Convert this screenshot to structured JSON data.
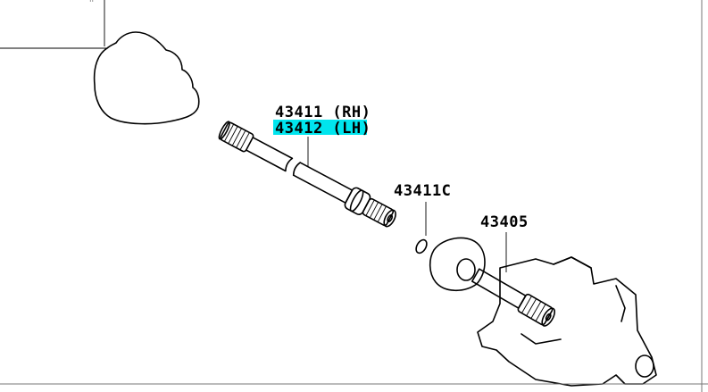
{
  "diagram": {
    "labels": {
      "shaft_rh": "43411 (RH)",
      "shaft_lh": "43412 (LH)",
      "snap_ring": "43411C",
      "joint": "43405"
    },
    "highlight_color": "#00e5ee"
  }
}
